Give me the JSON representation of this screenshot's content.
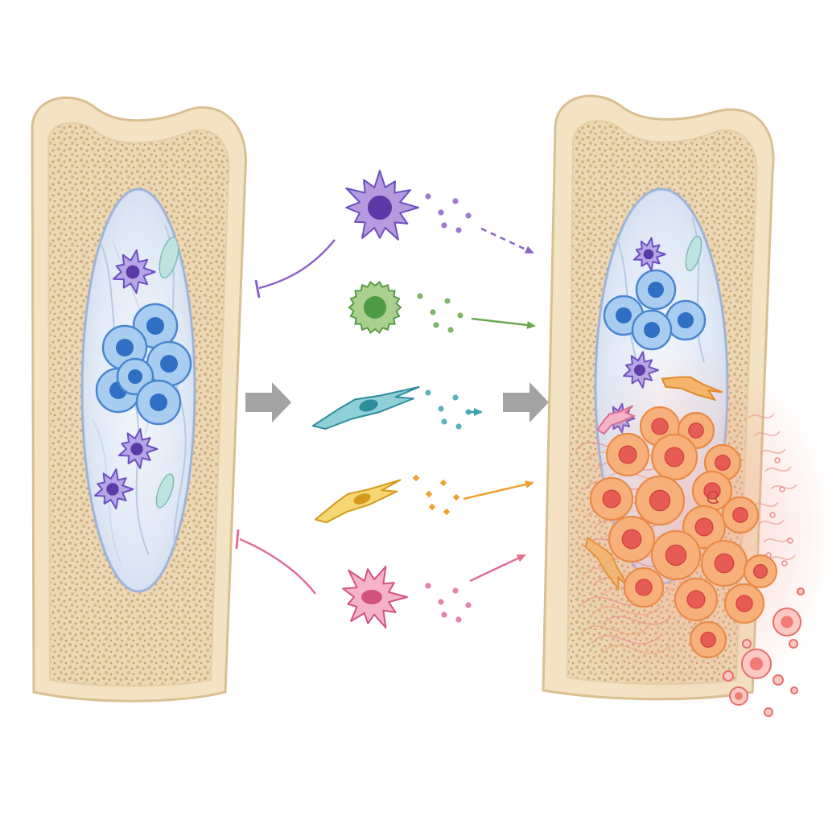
{
  "figure": {
    "labels": [],
    "colors": {
      "bone_outer": "#f3e3c3",
      "bone_stroke": "#d9bf92",
      "trabecular": "#e9d3ac",
      "trabecular_dot": "#cdb081",
      "marrow": "#e4ecf6",
      "marrow_stroke": "#9fb4d8",
      "stem_cell": "#8fbcea",
      "stem_nucleus": "#2f6fc4",
      "process_arrow": "#9a9a9a",
      "tumor_cell": "#f7b07a",
      "tumor_nucleus": "#e65c55",
      "tumor_glow": "#f7c2b8"
    },
    "bones": [
      {
        "name": "healthy-bone",
        "state": "normal marrow niche"
      },
      {
        "name": "diseased-bone",
        "state": "marrow invaded by tumor cells"
      }
    ],
    "signals": [
      {
        "name": "purple-cell",
        "shape": "spiky",
        "color": "#8a63c7",
        "nucleus": "#5a3aa6",
        "arrow": "dashed",
        "inhibition_line": true
      },
      {
        "name": "green-cell",
        "shape": "round-ruffled",
        "color": "#93c47d",
        "nucleus": "#4f9a44",
        "arrow": "solid",
        "inhibition_line": false
      },
      {
        "name": "teal-cell",
        "shape": "spindle",
        "color": "#5fb8c4",
        "nucleus": "#2e8d9c",
        "arrow": "short",
        "inhibition_line": false
      },
      {
        "name": "yellow-cell",
        "shape": "spindle",
        "color": "#f0c550",
        "nucleus": "#d39a1c",
        "arrow": "solid",
        "inhibition_line": false
      },
      {
        "name": "pink-cell",
        "shape": "spiky",
        "color": "#ee8fb1",
        "nucleus": "#d2527f",
        "arrow": "solid",
        "inhibition_line": true
      }
    ]
  }
}
